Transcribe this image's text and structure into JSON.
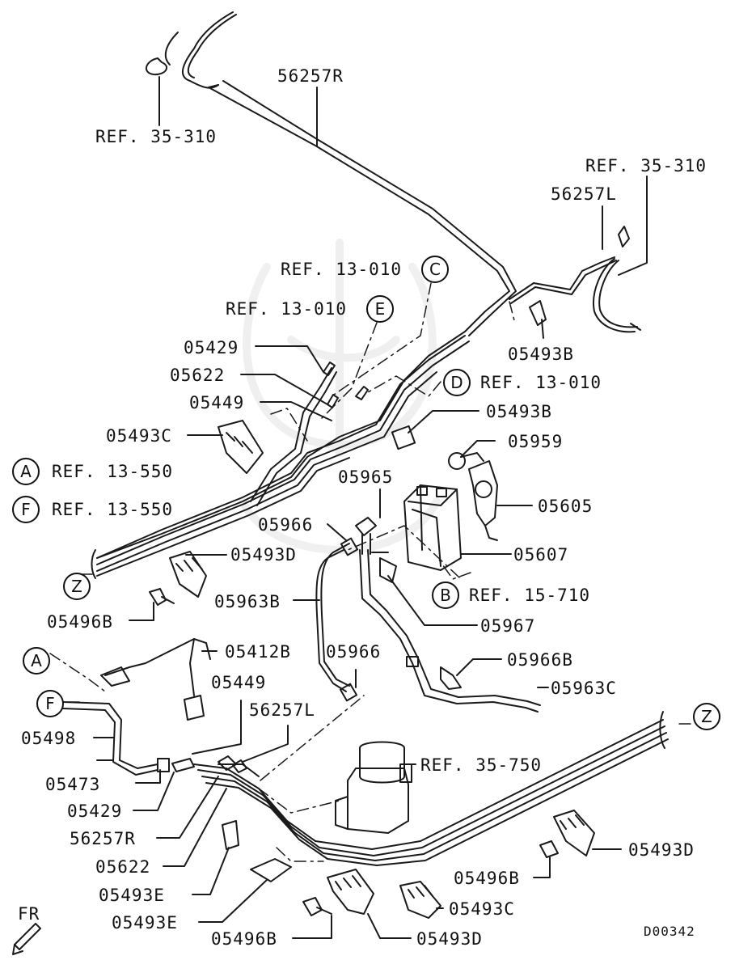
{
  "diagram": {
    "diagram_code": "D00342",
    "direction_mark": "FR",
    "reference_labels": {
      "ref_35_310_top": "REF. 35-310",
      "ref_35_310_right": "REF. 35-310",
      "ref_13_010_c": "REF. 13-010",
      "ref_13_010_e": "REF. 13-010",
      "ref_13_010_d": "REF. 13-010",
      "ref_13_550_a": "REF. 13-550",
      "ref_13_550_f": "REF. 13-550",
      "ref_15_710": "REF. 15-710",
      "ref_35_750": "REF. 35-750"
    },
    "connector_letters": {
      "c": "C",
      "e": "E",
      "d": "D",
      "a": "A",
      "f": "F",
      "b": "B",
      "z_left": "Z",
      "a_lower": "A",
      "f_lower": "F",
      "z_right": "Z"
    },
    "part_labels": {
      "p56257r_top": "56257R",
      "p56257l_top": "56257L",
      "p05493b_1": "05493B",
      "p05429_top": "05429",
      "p05622_top": "05622",
      "p05449_top": "05449",
      "p05493b_2": "05493B",
      "p05493c_left": "05493C",
      "p05959": "05959",
      "p05965": "05965",
      "p05605": "05605",
      "p05966_top": "05966",
      "p05493d_left": "05493D",
      "p05607": "05607",
      "p05963b": "05963B",
      "p05496b_left": "05496B",
      "p05967": "05967",
      "p05412b": "05412B",
      "p05966_mid": "05966",
      "p05966b": "05966B",
      "p05449_mid": "05449",
      "p05963c": "05963C",
      "p56257l_mid": "56257L",
      "p05498": "05498",
      "p05473": "05473",
      "p05429_bottom": "05429",
      "p56257r_bottom": "56257R",
      "p05622_bottom": "05622",
      "p05493e_1": "05493E",
      "p05493e_2": "05493E",
      "p05493d_right": "05493D",
      "p05496b_right": "05496B",
      "p05493c_bottom": "05493C",
      "p05496b_bottom": "05496B",
      "p05493d_bottom": "05493D"
    }
  }
}
